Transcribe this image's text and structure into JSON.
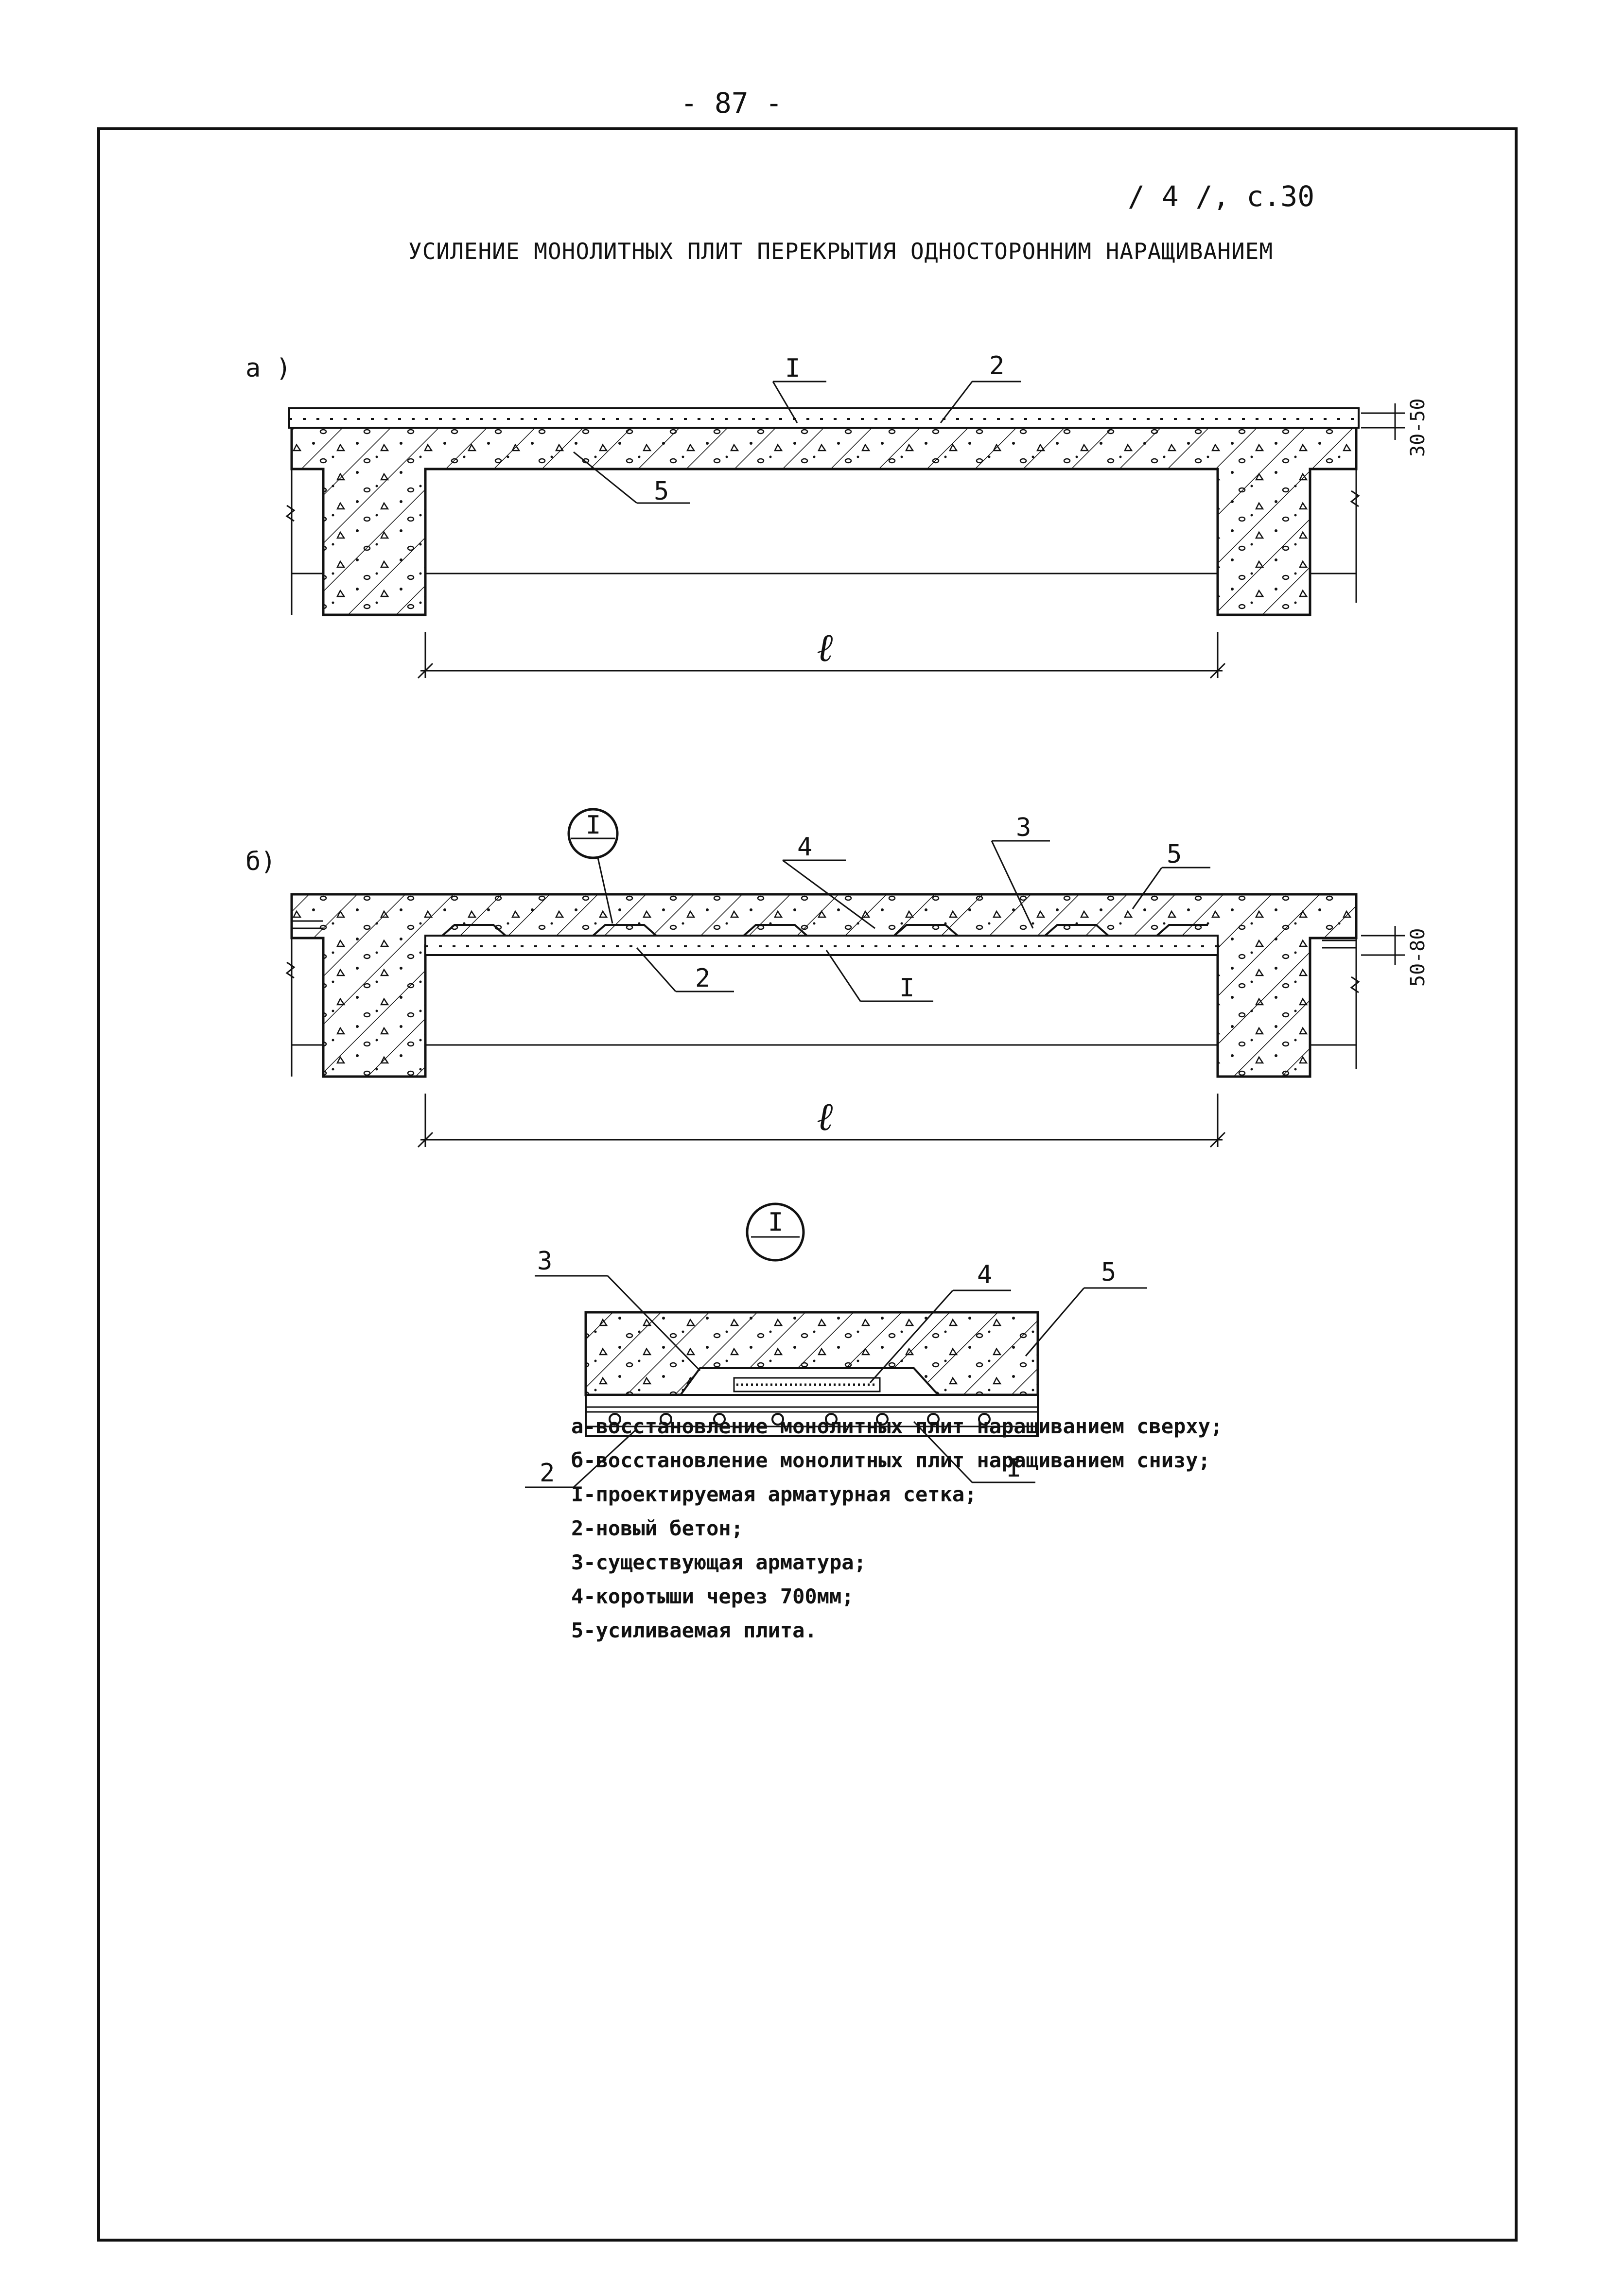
{
  "page_number": "- 87 -",
  "source_ref": "/ 4 /, с.30",
  "title": "УСИЛЕНИЕ МОНОЛИТНЫХ ПЛИТ ПЕРЕКРЫТИЯ ОДНОСТОРОННИМ НАРАЩИВАНИЕМ",
  "figure_a": {
    "label": "а )",
    "callouts": [
      "I",
      "2",
      "5"
    ],
    "dimension": "30-50",
    "span": "ℓ"
  },
  "figure_b": {
    "label": "б)",
    "node_ref": "I",
    "callouts": [
      "4",
      "3",
      "5",
      "2",
      "I"
    ],
    "dimension": "50-80",
    "span": "ℓ"
  },
  "detail_I": {
    "node_ref": "I",
    "callouts": [
      "3",
      "4",
      "5",
      "2",
      "I"
    ]
  },
  "legend": [
    "а-восстановление монолитных плит наращиванием сверху;",
    "б-восстановление монолитных плит наращиванием снизу;",
    "I-проектируемая арматурная сетка;",
    "2-новый бетон;",
    "3-существующая арматура;",
    "4-коротыши через 700мм;",
    "5-усиливаемая плита."
  ]
}
